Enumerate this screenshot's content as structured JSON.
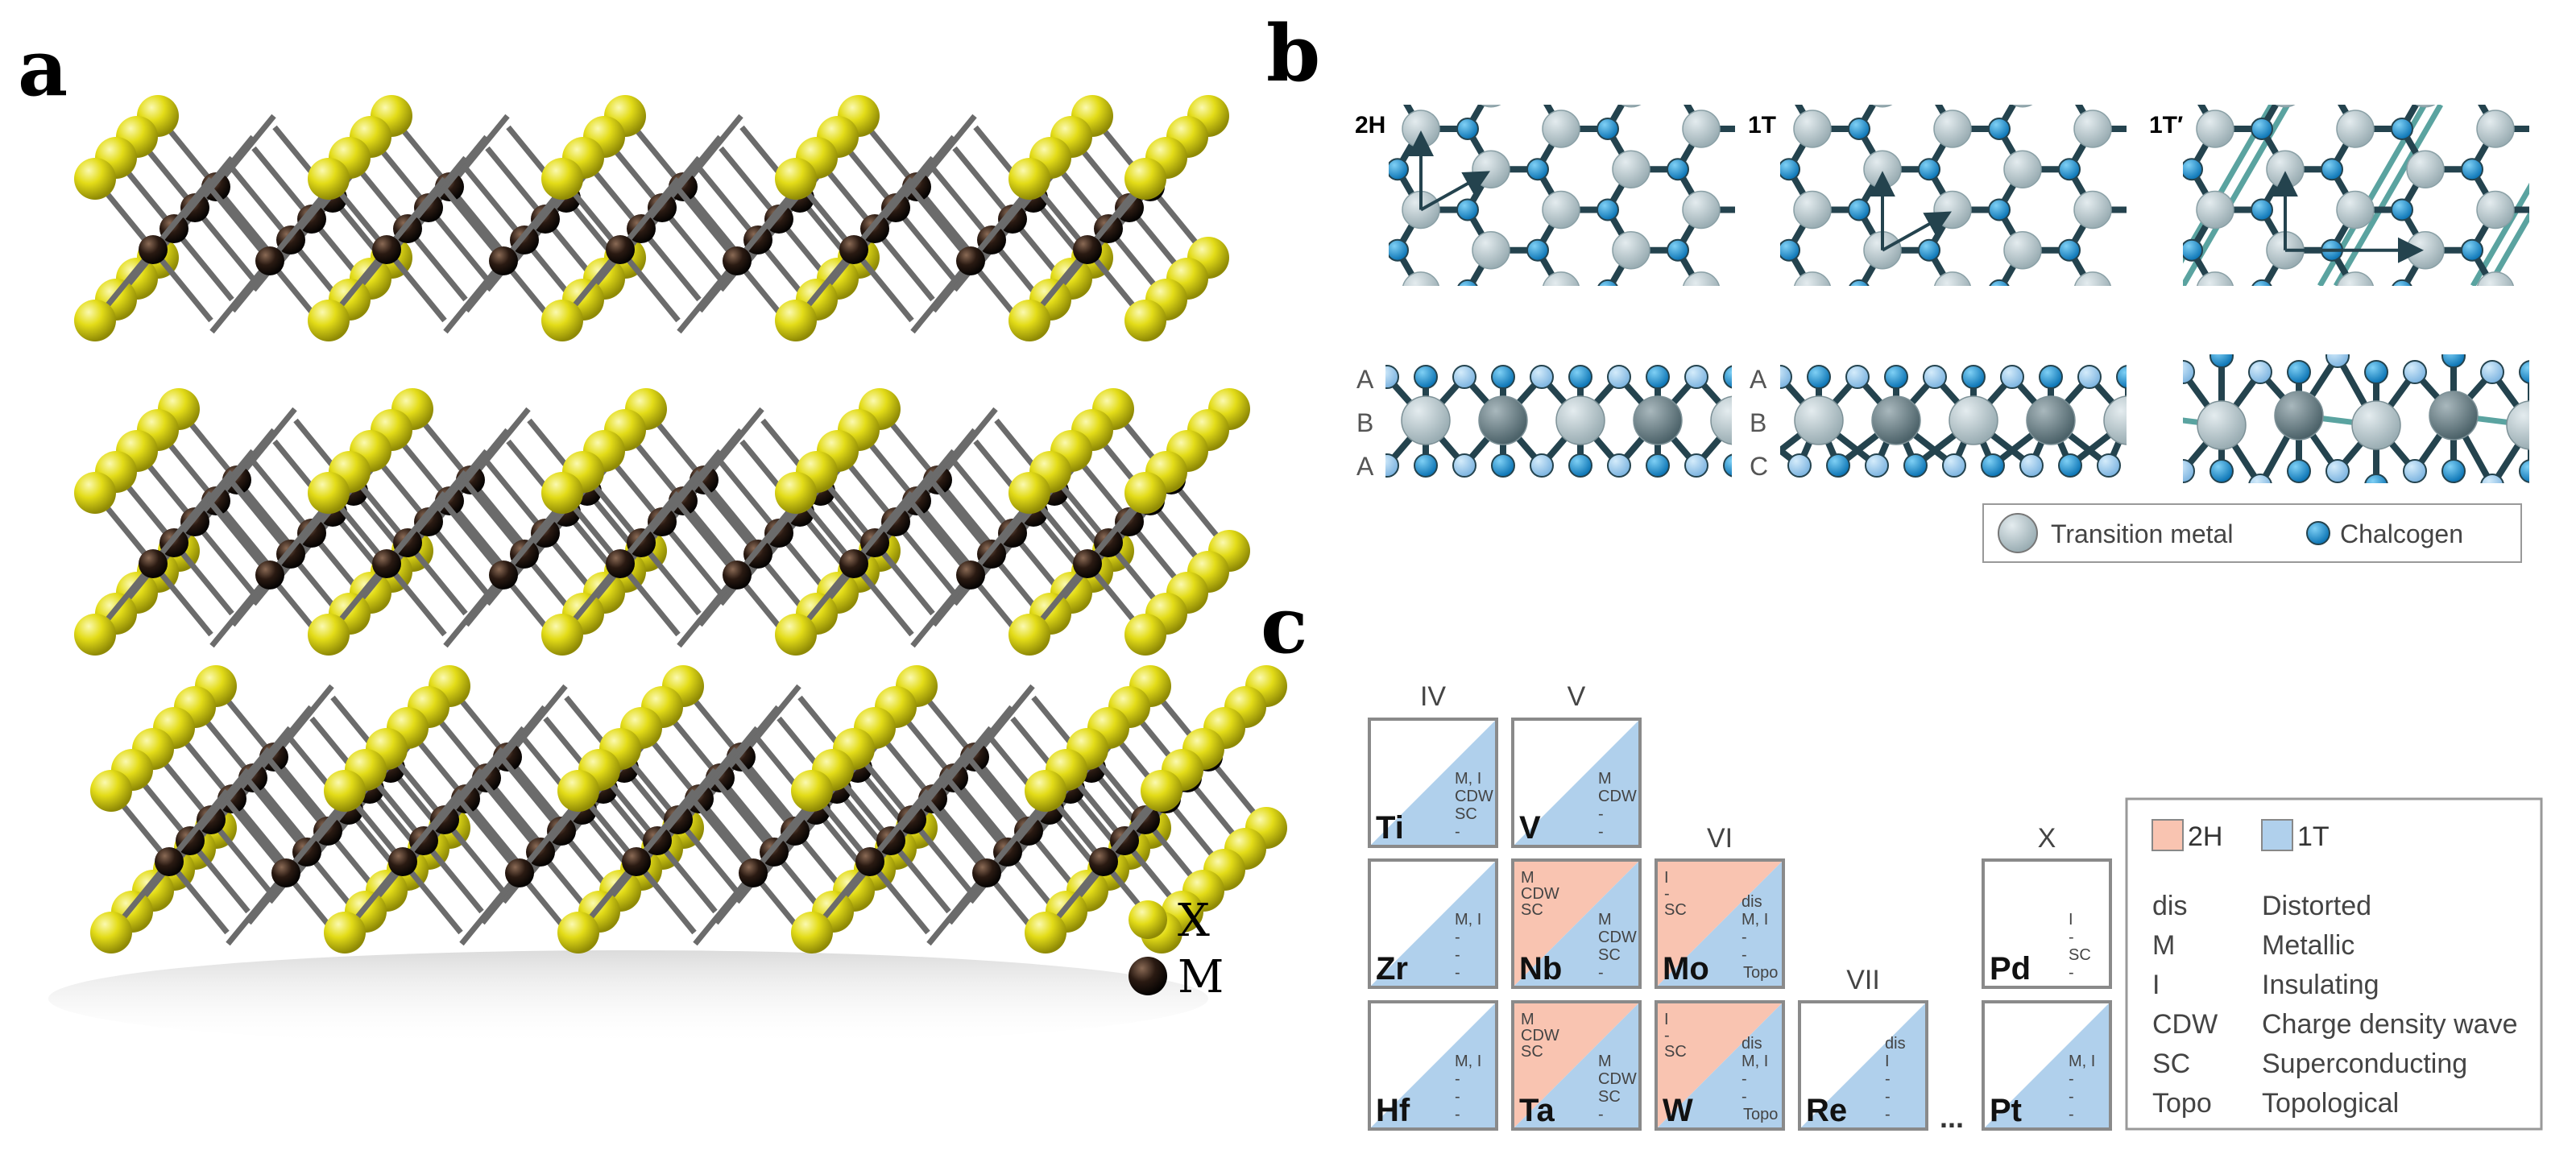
{
  "panel_labels": {
    "a": "a",
    "b": "b",
    "c": "c"
  },
  "panel_a": {
    "legend": [
      {
        "symbol": "X",
        "color": "#e6e01a"
      },
      {
        "symbol": "M",
        "color": "#2a1a12"
      }
    ]
  },
  "panel_b": {
    "phases": [
      "2H",
      "1T",
      "1T′"
    ],
    "stacking_2H": [
      "A",
      "B",
      "A"
    ],
    "stacking_1T": [
      "A",
      "B",
      "C"
    ],
    "legend": {
      "metal": "Transition metal",
      "chalcogen": "Chalcogen"
    },
    "colors": {
      "metal": "#b9c7cc",
      "metal_dark": "#6f858c",
      "chalcogen_top": "#1b8fd0",
      "chalcogen_bottom": "#8cc3ea",
      "bond": "#24434e",
      "bond_back": "#9a9a9a",
      "distortion": "#5aa3a0"
    }
  },
  "panel_c": {
    "groups": [
      "IV",
      "V",
      "VI",
      "VII",
      "X"
    ],
    "ellipsis": "...",
    "colors": {
      "2H": "#f9c4b1",
      "1T": "#b0d0ec",
      "border": "#8a8a8a"
    },
    "tiles": [
      {
        "element": "Ti",
        "group": "IV",
        "row": 0,
        "h2": [],
        "t1": [
          "M, I",
          "CDW",
          "SC",
          "-"
        ],
        "fill": "1T"
      },
      {
        "element": "V",
        "group": "V",
        "row": 0,
        "h2": [],
        "t1": [
          "M",
          "CDW",
          "-",
          "-"
        ],
        "fill": "1T"
      },
      {
        "element": "Zr",
        "group": "IV",
        "row": 1,
        "h2": [],
        "t1": [
          "M, I",
          "-",
          "-",
          "-"
        ],
        "fill": "1T"
      },
      {
        "element": "Nb",
        "group": "V",
        "row": 1,
        "h2": [
          "M",
          "CDW",
          "SC"
        ],
        "t1": [
          "M",
          "CDW",
          "SC",
          "-"
        ],
        "fill": "both"
      },
      {
        "element": "Mo",
        "group": "VI",
        "row": 1,
        "h2": [
          "I",
          "-",
          "SC"
        ],
        "t1": [
          "dis",
          "M, I",
          "-",
          "-",
          "Topo"
        ],
        "fill": "both"
      },
      {
        "element": "Pd",
        "group": "X",
        "row": 1,
        "h2": [],
        "t1": [
          "I",
          "-",
          "SC",
          "-"
        ],
        "fill": "none"
      },
      {
        "element": "Hf",
        "group": "IV",
        "row": 2,
        "h2": [],
        "t1": [
          "M, I",
          "-",
          "-",
          "-"
        ],
        "fill": "1T"
      },
      {
        "element": "Ta",
        "group": "V",
        "row": 2,
        "h2": [
          "M",
          "CDW",
          "SC"
        ],
        "t1": [
          "M",
          "CDW",
          "SC",
          "-"
        ],
        "fill": "both"
      },
      {
        "element": "W",
        "group": "VI",
        "row": 2,
        "h2": [
          "I",
          "-",
          "SC"
        ],
        "t1": [
          "dis",
          "M, I",
          "-",
          "-",
          "Topo"
        ],
        "fill": "both"
      },
      {
        "element": "Re",
        "group": "VII",
        "row": 2,
        "h2": [],
        "t1": [
          "dis",
          "I",
          "-",
          "-",
          "-"
        ],
        "fill": "1T"
      },
      {
        "element": "Pt",
        "group": "X",
        "row": 2,
        "h2": [],
        "t1": [
          "M, I",
          "-",
          "-",
          "-"
        ],
        "fill": "1T"
      }
    ],
    "legend": {
      "phases": [
        "2H",
        "1T"
      ],
      "entries": [
        {
          "abbr": "dis",
          "meaning": "Distorted"
        },
        {
          "abbr": "M",
          "meaning": "Metallic"
        },
        {
          "abbr": "I",
          "meaning": "Insulating"
        },
        {
          "abbr": "CDW",
          "meaning": "Charge density wave"
        },
        {
          "abbr": "SC",
          "meaning": "Superconducting"
        },
        {
          "abbr": "Topo",
          "meaning": "Topological"
        }
      ]
    }
  }
}
